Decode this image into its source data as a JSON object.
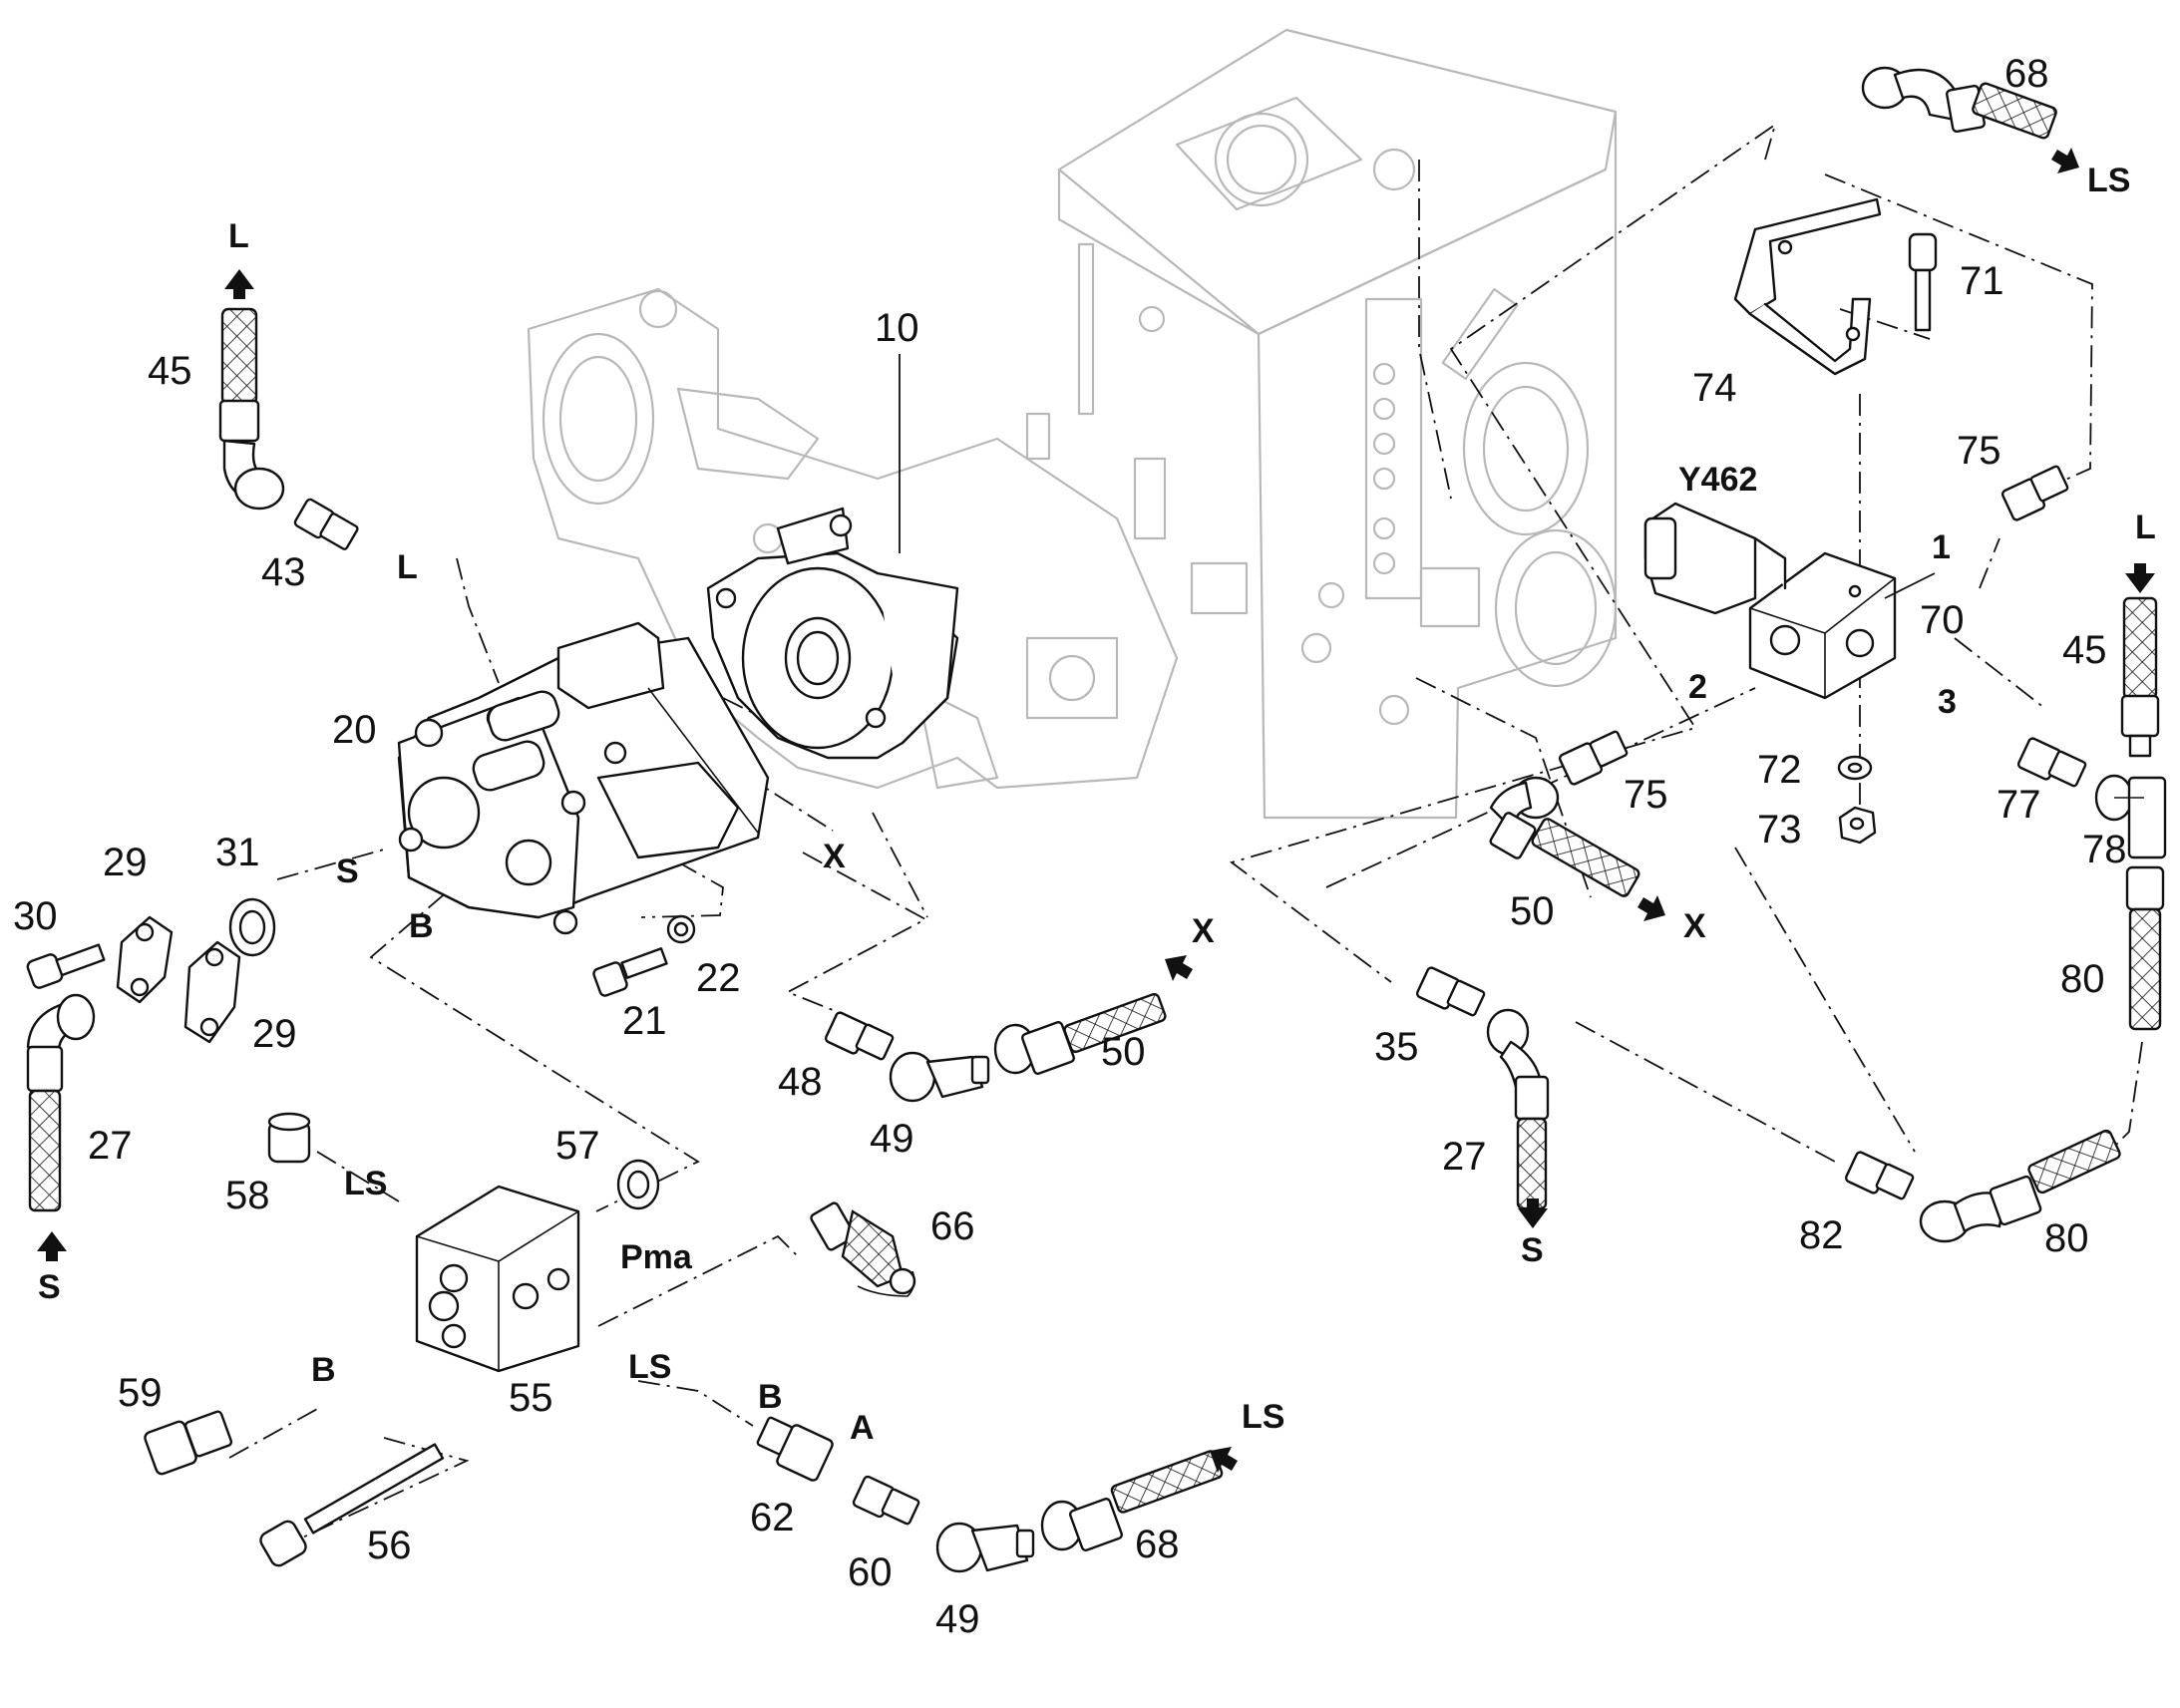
{
  "part_numbers": {
    "p10": "10",
    "p20": "20",
    "p21": "21",
    "p22": "22",
    "p27a": "27",
    "p27b": "27",
    "p29a": "29",
    "p29b": "29",
    "p30": "30",
    "p31": "31",
    "p35": "35",
    "p43": "43",
    "p45a": "45",
    "p45b": "45",
    "p48": "48",
    "p49a": "49",
    "p49b": "49",
    "p50a": "50",
    "p50b": "50",
    "p55": "55",
    "p56": "56",
    "p57": "57",
    "p58": "58",
    "p59": "59",
    "p60": "60",
    "p62": "62",
    "p66": "66",
    "p68a": "68",
    "p68b": "68",
    "p70": "70",
    "p71": "71",
    "p72": "72",
    "p73": "73",
    "p74": "74",
    "p75a": "75",
    "p75b": "75",
    "p77": "77",
    "p78": "78",
    "p80a": "80",
    "p80b": "80",
    "p82": "82",
    "y462": "Y462"
  },
  "port_labels": {
    "L_hose45": "L",
    "L_line43": "L",
    "L_hose45r": "L",
    "S_pump": "S",
    "S_hose27": "S",
    "S_hose27b": "S",
    "B_pump": "B",
    "B_block": "B",
    "B_62": "B",
    "A_60": "A",
    "X_pump": "X",
    "X_hose50": "X",
    "X_hose50b": "X",
    "LS_58": "LS",
    "LS_55": "LS",
    "LS_68": "LS",
    "LS_68b": "LS",
    "Pma": "Pma",
    "port1": "1",
    "port2": "2",
    "port3": "3"
  }
}
